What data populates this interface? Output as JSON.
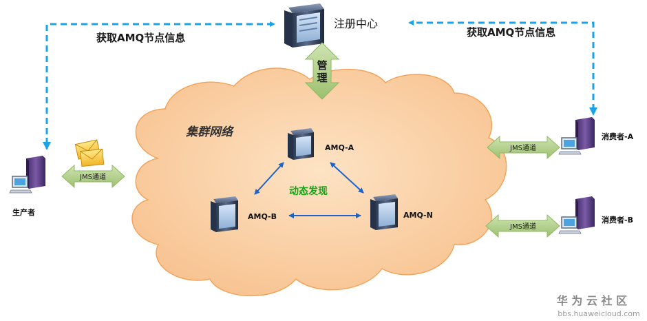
{
  "registry": {
    "label": "注册中心",
    "manage_label": "管理"
  },
  "fetch_info": {
    "left_label": "获取AMQ节点信息",
    "right_label": "获取AMQ节点信息"
  },
  "cluster": {
    "title": "集群网络",
    "discovery_label": "动态发现"
  },
  "nodes": {
    "a": "AMQ-A",
    "b": "AMQ-B",
    "n": "AMQ-N"
  },
  "producer": {
    "label": "生产者",
    "channel_label": "JMS通道"
  },
  "consumers": [
    {
      "label": "消费者-A",
      "channel_label": "JMS通道"
    },
    {
      "label": "消费者-B",
      "channel_label": "JMS通道"
    }
  ],
  "watermark": {
    "brand": "华 为 云 社 区",
    "url": "bbs.huaweicloud.com"
  },
  "colors": {
    "dashed_arrow": "#1aa3e8",
    "cloud_fill": "#fbd3a6",
    "cloud_stroke": "#f2a45c",
    "green_arrow": "#b5d38f",
    "blue_arrow": "#1d63c9",
    "discovery_text": "#17a317",
    "server_body": "#3d4c63",
    "pc_case": "#5a3f86"
  },
  "icons": [
    "server-icon",
    "desktop-computer-icon",
    "mail-envelope-icon"
  ]
}
